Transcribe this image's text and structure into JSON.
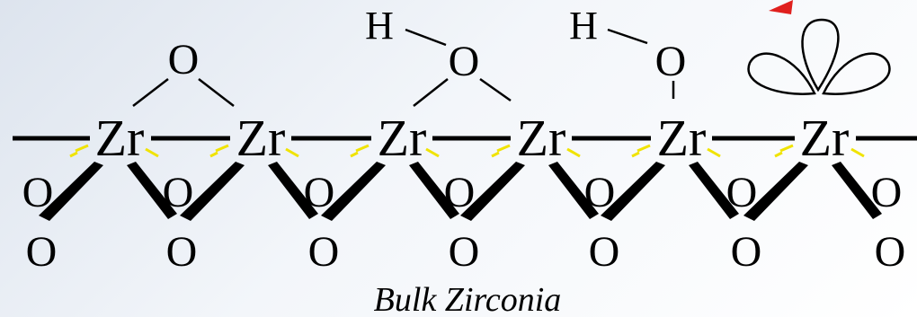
{
  "diagram": {
    "caption": "Bulk Zirconia",
    "zr_label": "Zr",
    "o_label": "O",
    "h_label": "H",
    "zr_count": 6,
    "bridging_oxygen": "O",
    "hydroxyl_groups": [
      {
        "h": "H",
        "o": "O",
        "type": "bridging"
      },
      {
        "h": "H",
        "o": "O",
        "type": "terminal"
      }
    ],
    "vacant_orbital": "lone-pair-orbital-icon",
    "colors": {
      "bond": "#000000",
      "dashed_bond": "#f0e300",
      "arrow": "#e0201e"
    }
  }
}
